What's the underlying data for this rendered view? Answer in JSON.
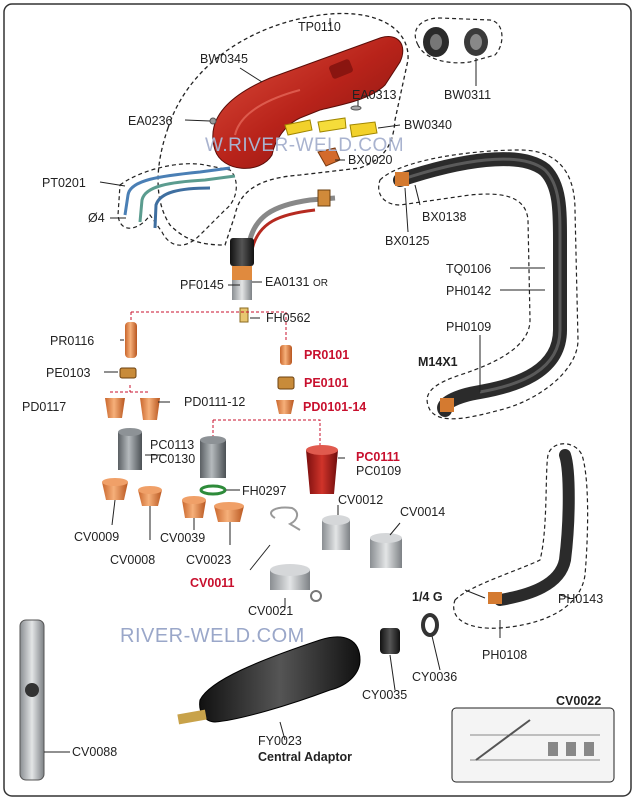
{
  "labels": {
    "tp0110": "TP0110",
    "bw0345": "BW0345",
    "bw0311": "BW0311",
    "ea0236": "EA0236",
    "ea0313": "EA0313",
    "bw0340": "BW0340",
    "bx0020": "BX0020",
    "pt0201": "PT0201",
    "dia4": "Ø4",
    "bx0138": "BX0138",
    "bx0125": "BX0125",
    "tq0106": "TQ0106",
    "ph0142": "PH0142",
    "pf0145": "PF0145",
    "ea0131": "EA0131",
    "ea0131_or": "OR",
    "fh0562": "FH0562",
    "ph0109": "PH0109",
    "pr0116": "PR0116",
    "pr0101": "PR0101",
    "m14x1": "M14X1",
    "pe0103": "PE0103",
    "pe0101": "PE0101",
    "pd0117": "PD0117",
    "pd0111_12": "PD0111-12",
    "pd0101_14": "PD0101-14",
    "pc0113": "PC0113",
    "pc0130": "PC0130",
    "pc0111": "PC0111",
    "pc0109": "PC0109",
    "fh0297": "FH0297",
    "cv0012": "CV0012",
    "cv0014": "CV0014",
    "cv0009": "CV0009",
    "cv0039": "CV0039",
    "cv0008": "CV0008",
    "cv0023": "CV0023",
    "cv0011": "CV0011",
    "cv0021": "CV0021",
    "g14": "1/4 G",
    "ph0143": "PH0143",
    "ph0108": "PH0108",
    "cy0035": "CY0035",
    "cy0036": "CY0036",
    "cv0022": "CV0022",
    "fy0023": "FY0023",
    "central_adaptor": "Central Adaptor",
    "cv0088": "CV0088"
  },
  "watermarks": {
    "top": "W.RIVER-WELD.COM",
    "bottom": "RIVER-WELD.COM"
  },
  "colors": {
    "handle_red": "#c0281c",
    "copper": "#e88a4a",
    "hose_black": "#2b2b2b",
    "highlight_red": "#c8102e"
  }
}
